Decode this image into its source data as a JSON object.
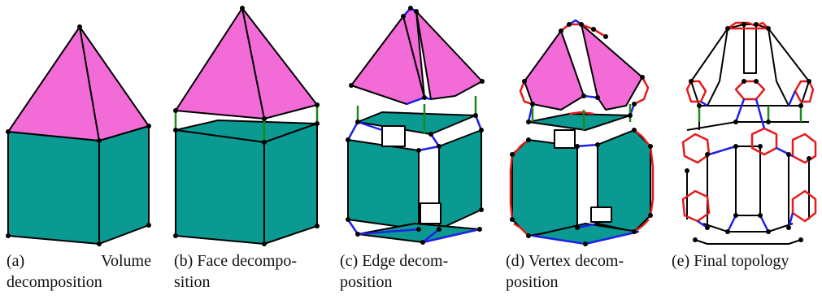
{
  "panels": [
    {
      "id": "a",
      "caption_line1": "(a) Volume",
      "caption_line2": "decomposition"
    },
    {
      "id": "b",
      "caption": "(b) Face decompo-sition"
    },
    {
      "id": "c",
      "caption": "(c) Edge decom-position"
    },
    {
      "id": "d",
      "caption": "(d) Vertex decom-position"
    },
    {
      "id": "e",
      "caption": "(e) Final topology"
    }
  ],
  "captions": {
    "a1": "(a) Volume",
    "a2": "decomposition",
    "b1": "(b) Face decompo-",
    "b2": "sition",
    "c1": "(c) Edge decom-",
    "c2": "position",
    "d1": "(d) Vertex decom-",
    "d2": "position",
    "e1": "(e) Final topology"
  },
  "colors": {
    "pyramid_fill": "#f26bd6",
    "cube_fill": "#0a9a92",
    "edge": "#000000",
    "face_link": "#1a8a1a",
    "edge_link": "#1f1fe6",
    "vertex_link": "#e61a1a",
    "node": "#000000"
  }
}
